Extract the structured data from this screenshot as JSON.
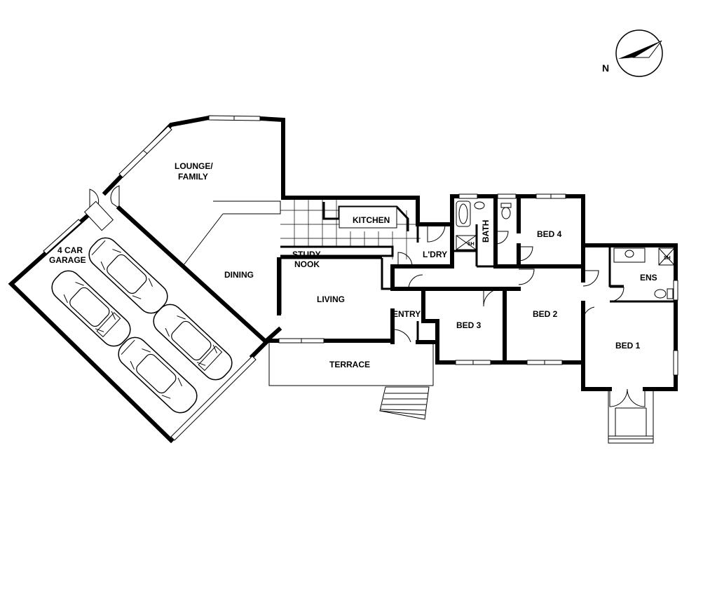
{
  "rooms": {
    "lounge_line1": "LOUNGE/",
    "lounge_line2": "FAMILY",
    "garage_line1": "4 CAR",
    "garage_line2": "GARAGE",
    "kitchen": "KITCHEN",
    "study_line1": "STUDY",
    "study_line2": "NOOK",
    "dining": "DINING",
    "living": "LIVING",
    "laundry": "L'DRY",
    "bath": "BATH",
    "bed4": "BED 4",
    "bed3": "BED 3",
    "bed2": "BED 2",
    "bed1": "BED 1",
    "ensuite": "ENS",
    "entry": "ENTRY",
    "terrace": "TERRACE",
    "shower_bath": "SH",
    "shower_ens": "SH"
  },
  "compass": {
    "label": "N"
  }
}
